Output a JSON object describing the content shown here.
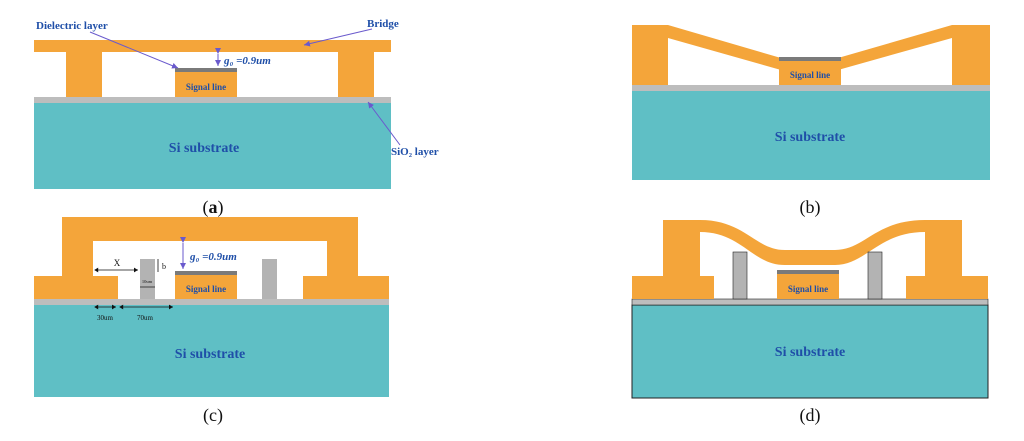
{
  "colors": {
    "bridge": "#f4a53a",
    "substrate": "#5fbfc5",
    "oxide": "#bdbdbd",
    "dielectric": "#7a7a7a",
    "pillar": "#b3b3b3",
    "label_blue": "#1f4fa8",
    "arrow": "#6a5acd"
  },
  "panels": {
    "a": {
      "caption": "(a)",
      "bold_letter": "a",
      "dielectric_label": "Dielectric layer",
      "bridge_label": "Bridge",
      "gap_label": "g₀ =0.9um",
      "signal_label": "Signal line",
      "substrate_label": "Si substrate",
      "oxide_label": "SiO₂ layer"
    },
    "b": {
      "caption": "(b)",
      "signal_label": "Signal line",
      "substrate_label": "Si substrate"
    },
    "c": {
      "caption": "(c)",
      "gap_label": "g₀ =0.9um",
      "signal_label": "Signal line",
      "substrate_label": "Si substrate",
      "dim_x": "X",
      "dim_b": "b",
      "dim_10um": "10um",
      "dim_30um": "30um",
      "dim_70um": "70um"
    },
    "d": {
      "caption": "(d)",
      "signal_label": "Signal line",
      "substrate_label": "Si substrate"
    }
  }
}
